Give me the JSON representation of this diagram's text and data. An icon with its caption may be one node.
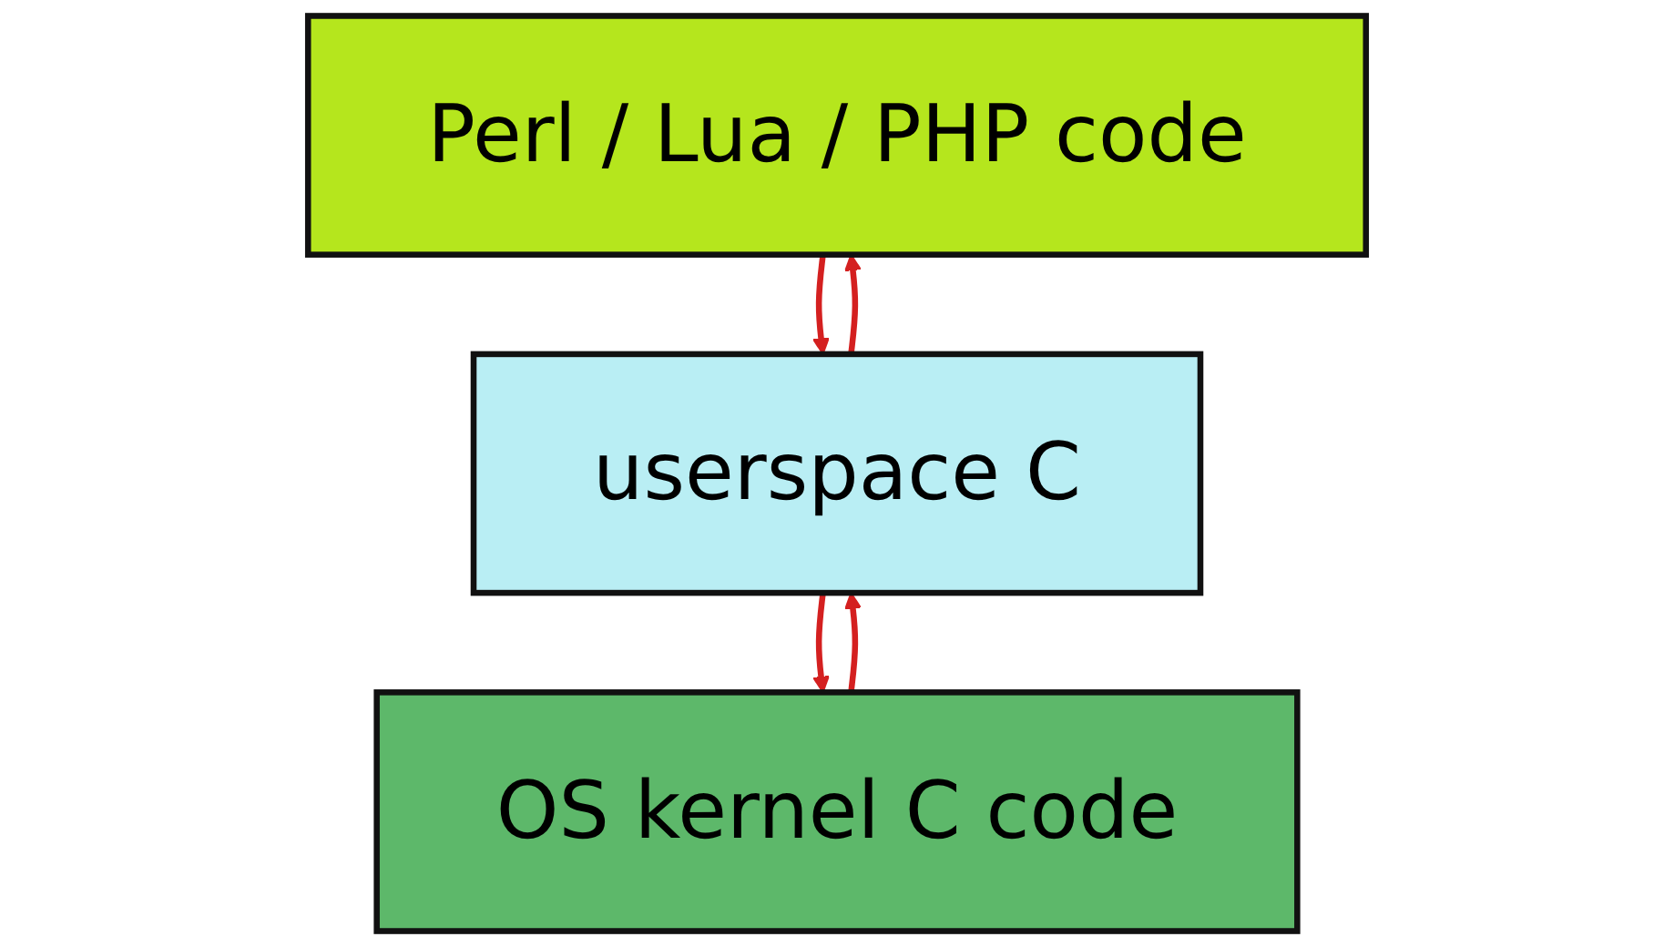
{
  "diagram": {
    "nodes": [
      {
        "text": [
          "Perl / Lua / PHP code"
        ]
      },
      {
        "text": [
          "userspace C"
        ]
      },
      {
        "text": [
          "OS kernel C code"
        ]
      }
    ],
    "edges": [
      {
        "from": 0,
        "to": 1,
        "arrow": "to"
      },
      {
        "from": 1,
        "to": 0,
        "arrow": "to"
      },
      {
        "from": 1,
        "to": 2,
        "arrow": "to"
      },
      {
        "from": 2,
        "to": 1,
        "arrow": "to"
      }
    ]
  }
}
